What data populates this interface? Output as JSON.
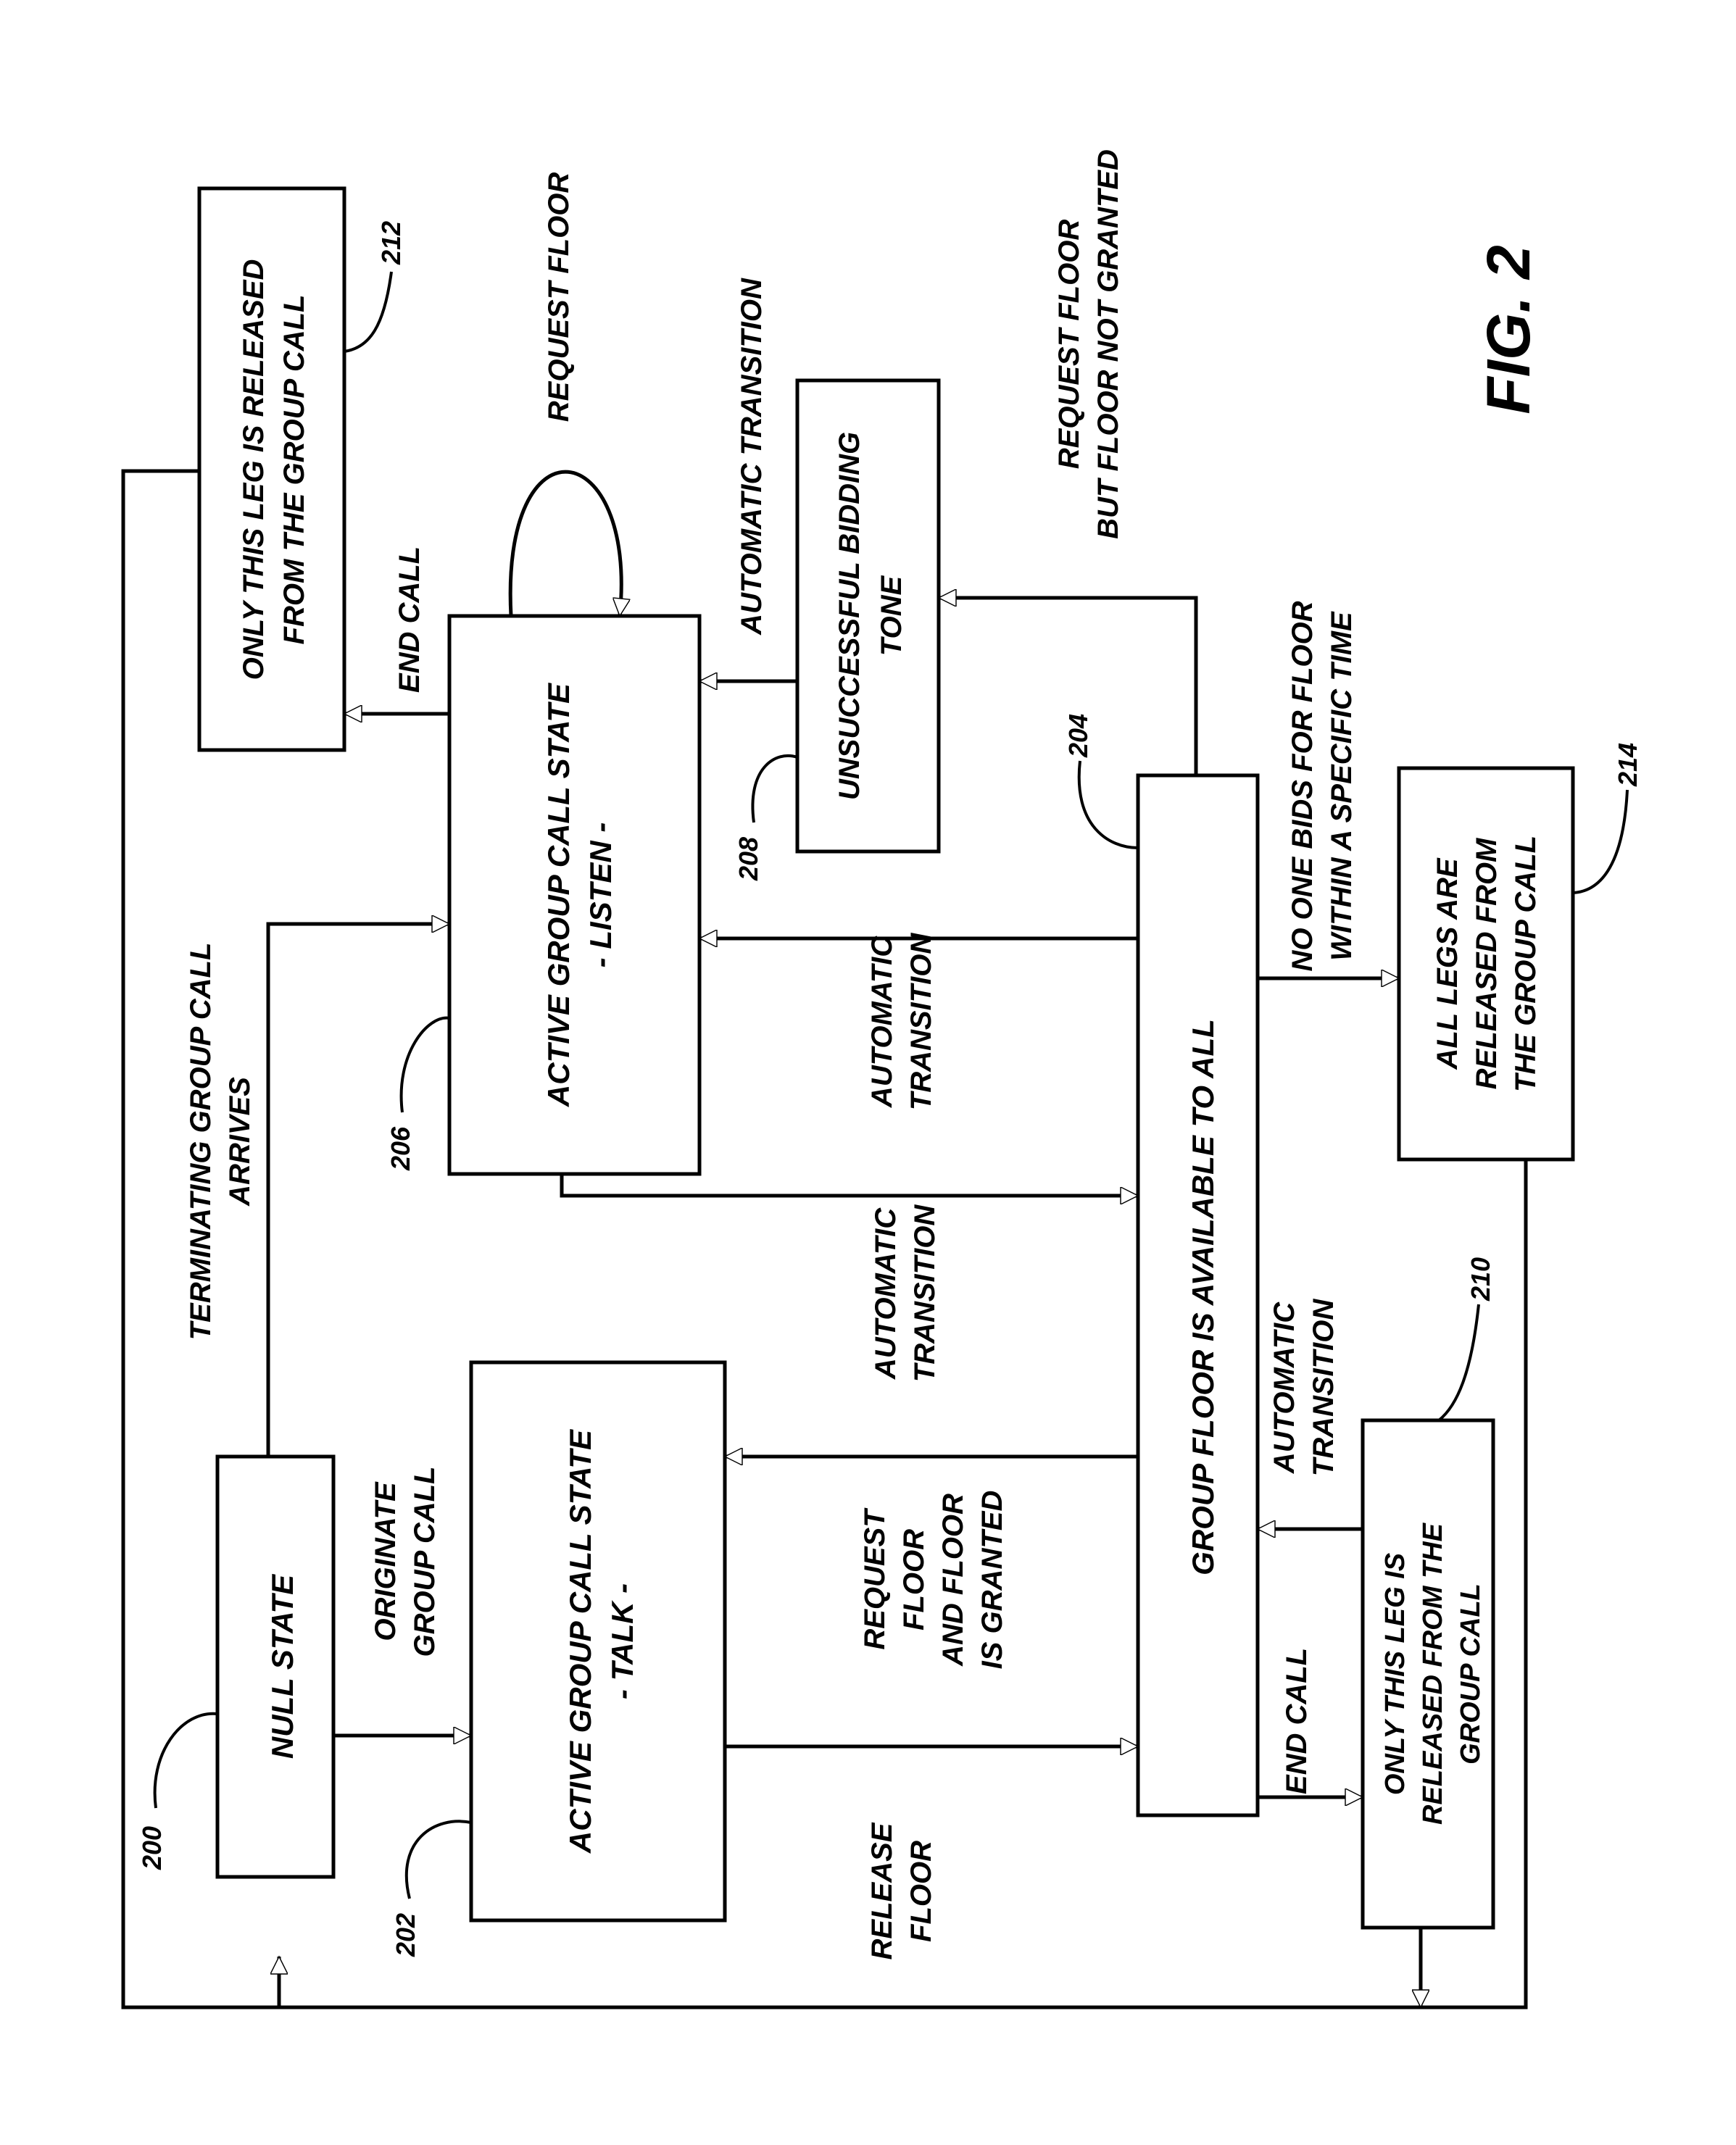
{
  "figure_label": "FIG. 2",
  "states": {
    "null_state": {
      "ref": "200",
      "lines": [
        "NULL STATE"
      ]
    },
    "talk": {
      "ref": "202",
      "lines": [
        "ACTIVE GROUP CALL STATE",
        "- TALK -"
      ]
    },
    "floor_available": {
      "ref": "204",
      "lines": [
        "GROUP FLOOR IS AVAILABLE TO ALL"
      ]
    },
    "listen": {
      "ref": "206",
      "lines": [
        "ACTIVE GROUP CALL STATE",
        "- LISTEN -"
      ]
    },
    "bidding_tone": {
      "ref": "208",
      "lines": [
        "UNSUCCESSFUL BIDDING",
        "TONE"
      ]
    },
    "leg_released_bottom": {
      "ref": "210",
      "lines": [
        "ONLY THIS LEG IS",
        "RELEASED FROM THE",
        "GROUP CALL"
      ]
    },
    "leg_released_top": {
      "ref": "212",
      "lines": [
        "ONLY THIS LEG IS RELEASED",
        "FROM THE GROUP CALL"
      ]
    },
    "all_legs_released": {
      "ref": "214",
      "lines": [
        "ALL LEGS ARE",
        "RELEASED FROM",
        "THE GROUP CALL"
      ]
    }
  },
  "transitions": {
    "terminating_arrives": [
      "TERMINATING GROUP CALL",
      "ARRIVES"
    ],
    "originate": [
      "ORIGINATE",
      "GROUP CALL"
    ],
    "request_floor_granted": [
      "REQUEST",
      "FLOOR",
      "AND FLOOR",
      "IS GRANTED"
    ],
    "release_floor": [
      "RELEASE",
      "FLOOR"
    ],
    "auto_talk": [
      "AUTOMATIC",
      "TRANSITION"
    ],
    "auto_listen": [
      "AUTOMATIC",
      "TRANSITION"
    ],
    "auto_bidding": [
      "AUTOMATIC TRANSITION"
    ],
    "auto_leg": [
      "AUTOMATIC",
      "TRANSITION"
    ],
    "request_floor_self": [
      "REQUEST FLOOR"
    ],
    "request_not_granted": [
      "REQUEST FLOOR",
      "BUT FLOOR NOT GRANTED"
    ],
    "end_call_top": [
      "END CALL"
    ],
    "end_call_bottom": [
      "END CALL"
    ],
    "no_one_bids": [
      "NO ONE BIDS FOR FLOOR",
      "WITHIN A SPECIFIC TIME"
    ]
  }
}
